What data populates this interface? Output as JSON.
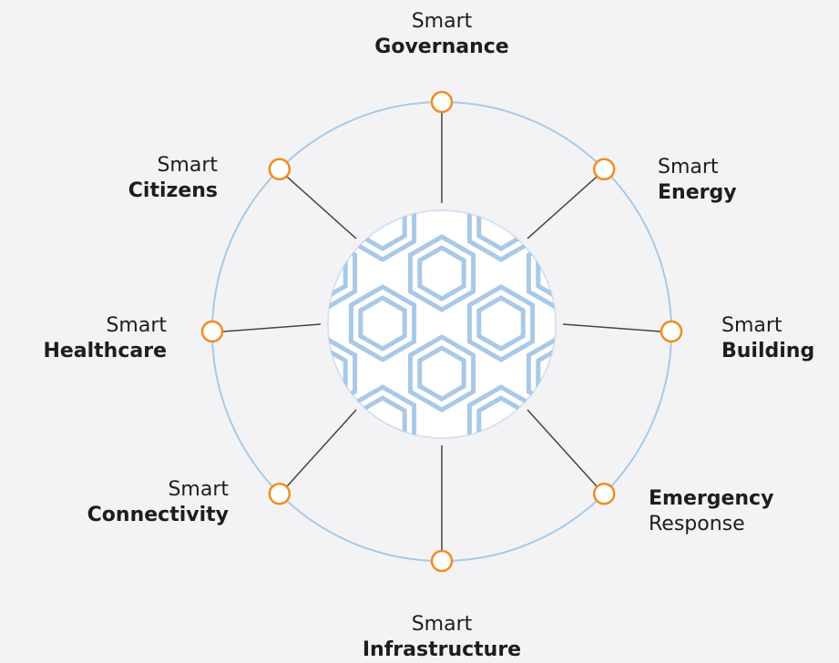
{
  "colors": {
    "background": "#f3f3f6",
    "ring": "#a9c9e6",
    "pattern": "#a9c9e6",
    "node_stroke": "#f28c1e",
    "node_fill": "#ffffff",
    "connector": "#444444",
    "text": "#1d1d1f"
  },
  "nodes": [
    {
      "key": "governance",
      "line1": "Smart",
      "line2": "Governance"
    },
    {
      "key": "energy",
      "line1": "Smart",
      "line2": "Energy"
    },
    {
      "key": "building",
      "line1": "Smart",
      "line2": "Building"
    },
    {
      "key": "emergency",
      "line1": "Emergency",
      "line2": "Response"
    },
    {
      "key": "infrastructure",
      "line1": "Smart",
      "line2": "Infrastructure"
    },
    {
      "key": "connectivity",
      "line1": "Smart",
      "line2": "Connectivity"
    },
    {
      "key": "healthcare",
      "line1": "Smart",
      "line2": "Healthcare"
    },
    {
      "key": "citizens",
      "line1": "Smart",
      "line2": "Citizens"
    }
  ]
}
